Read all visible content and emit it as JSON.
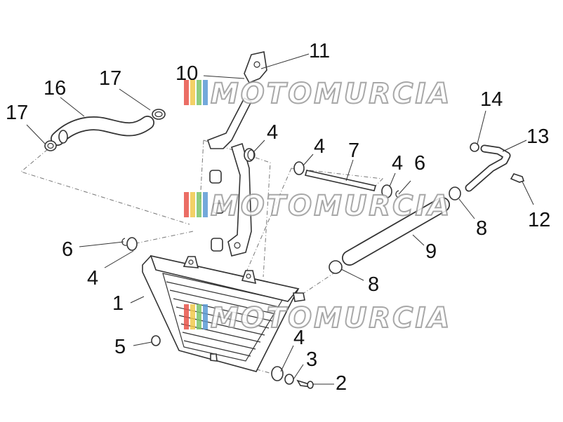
{
  "watermark": {
    "text": "MOTOMURCIA",
    "stripe_colors": [
      "#e8544b",
      "#f2c94c",
      "#7ac46b",
      "#5b9bd5"
    ]
  },
  "callouts": {
    "c1": "1",
    "c2": "2",
    "c3": "3",
    "c4a": "4",
    "c4b": "4",
    "c4c": "4",
    "c4d": "4",
    "c4e": "4",
    "c5": "5",
    "c6a": "6",
    "c6b": "6",
    "c7": "7",
    "c8a": "8",
    "c8b": "8",
    "c9": "9",
    "c10": "10",
    "c11": "11",
    "c12": "12",
    "c13": "13",
    "c14": "14",
    "c16": "16",
    "c17a": "17",
    "c17b": "17"
  }
}
